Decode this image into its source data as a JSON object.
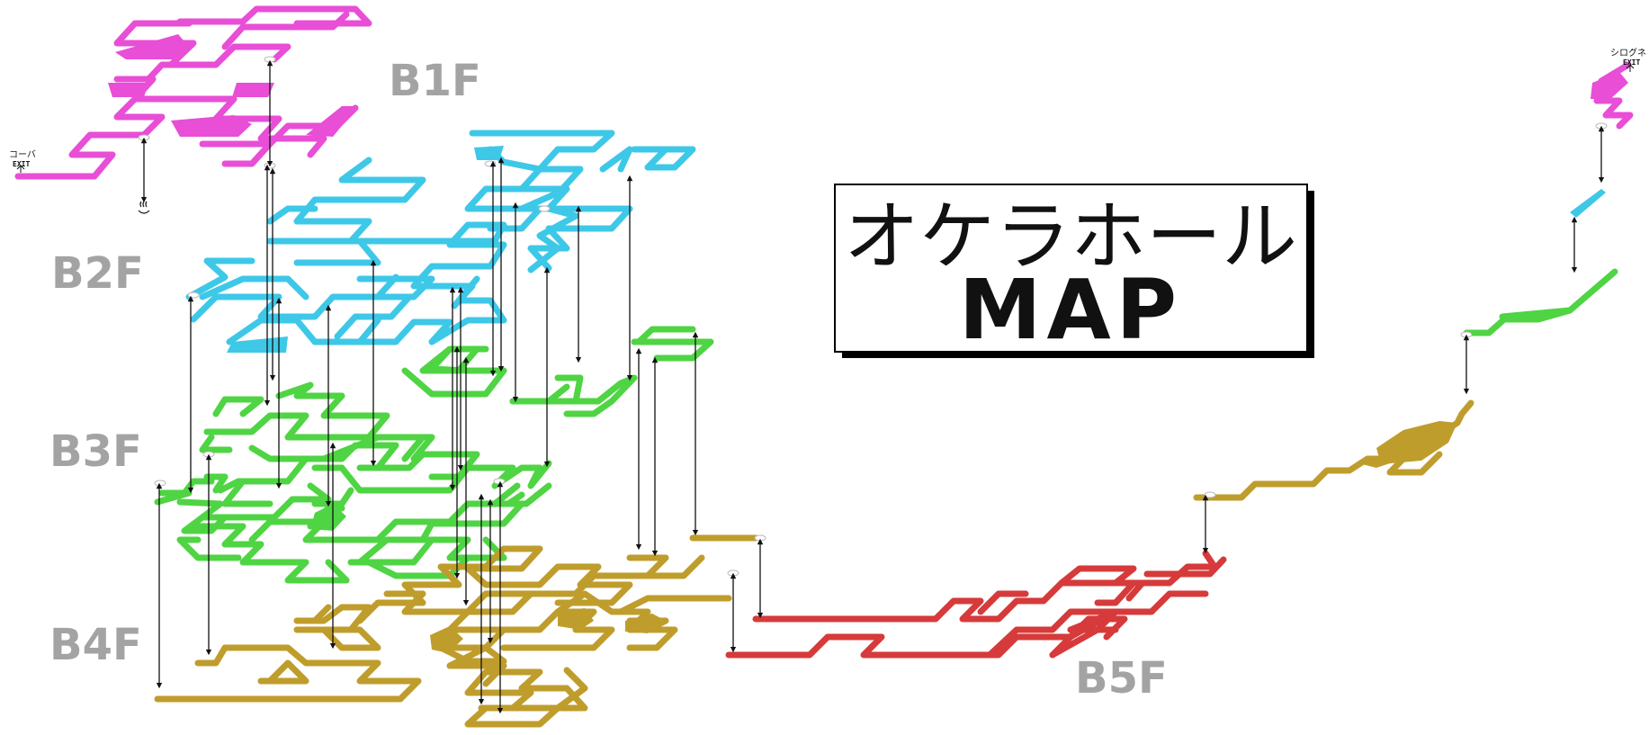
{
  "title": {
    "line1": "オケラホール",
    "line2": "MAP"
  },
  "floor_labels": [
    "B1F",
    "B2F",
    "B3F",
    "B4F",
    "B5F"
  ],
  "exits": [
    {
      "name": "コーバ",
      "sub": "EXIT"
    },
    {
      "name": "シログネ",
      "sub": "EXIT"
    }
  ],
  "colors": {
    "B1F": "#e84ed6",
    "B2F": "#3ec8e8",
    "B3F": "#4fd443",
    "B4F": "#bf9d2c",
    "B5F": "#d63a3a",
    "label": "#a3a3a3",
    "ink": "#111111"
  },
  "icons": {
    "spring": "hot-spring-icon",
    "stairs": "stairs-icon",
    "exit": "exit-arrow-icon"
  }
}
